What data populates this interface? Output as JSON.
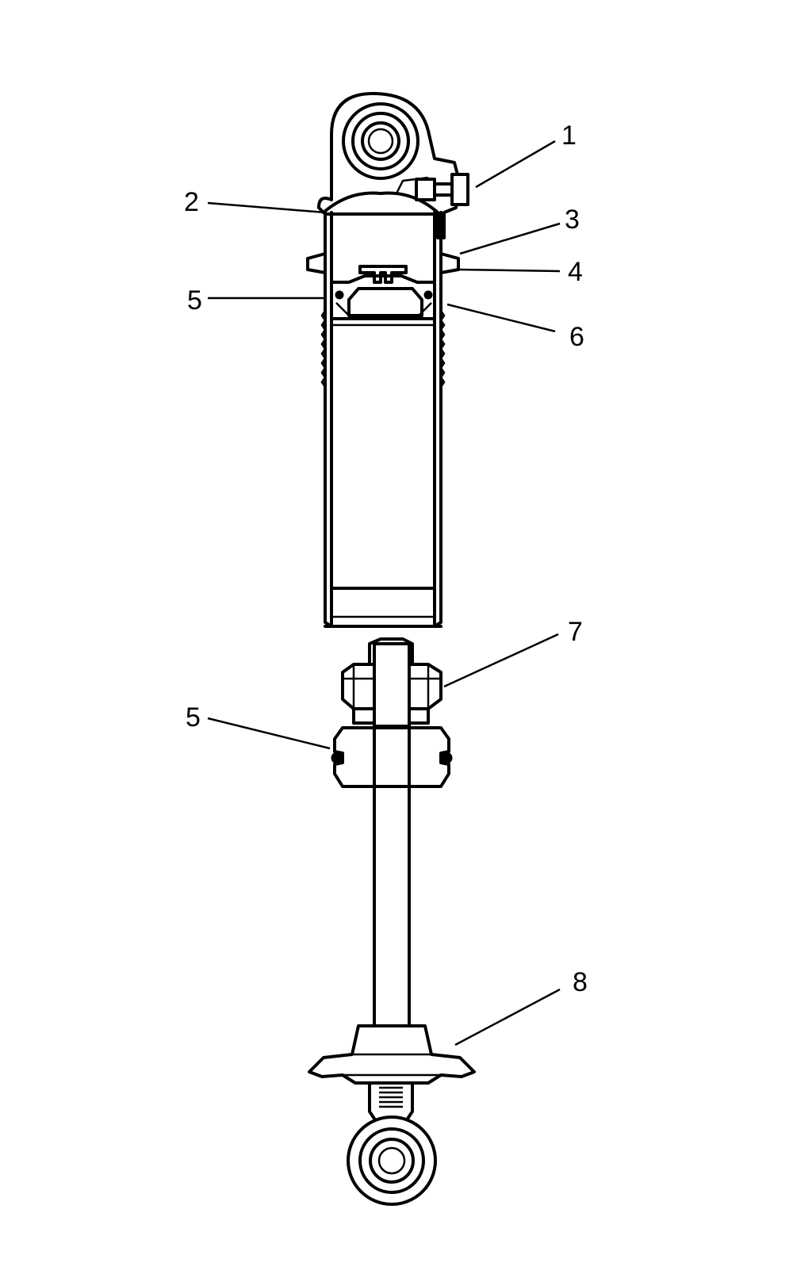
{
  "callouts": [
    {
      "id": "1",
      "label": "1"
    },
    {
      "id": "2",
      "label": "2"
    },
    {
      "id": "3",
      "label": "3"
    },
    {
      "id": "4",
      "label": "4"
    },
    {
      "id": "5a",
      "label": "5"
    },
    {
      "id": "6",
      "label": "6"
    },
    {
      "id": "7",
      "label": "7"
    },
    {
      "id": "5b",
      "label": "5"
    },
    {
      "id": "8",
      "label": "8"
    }
  ]
}
